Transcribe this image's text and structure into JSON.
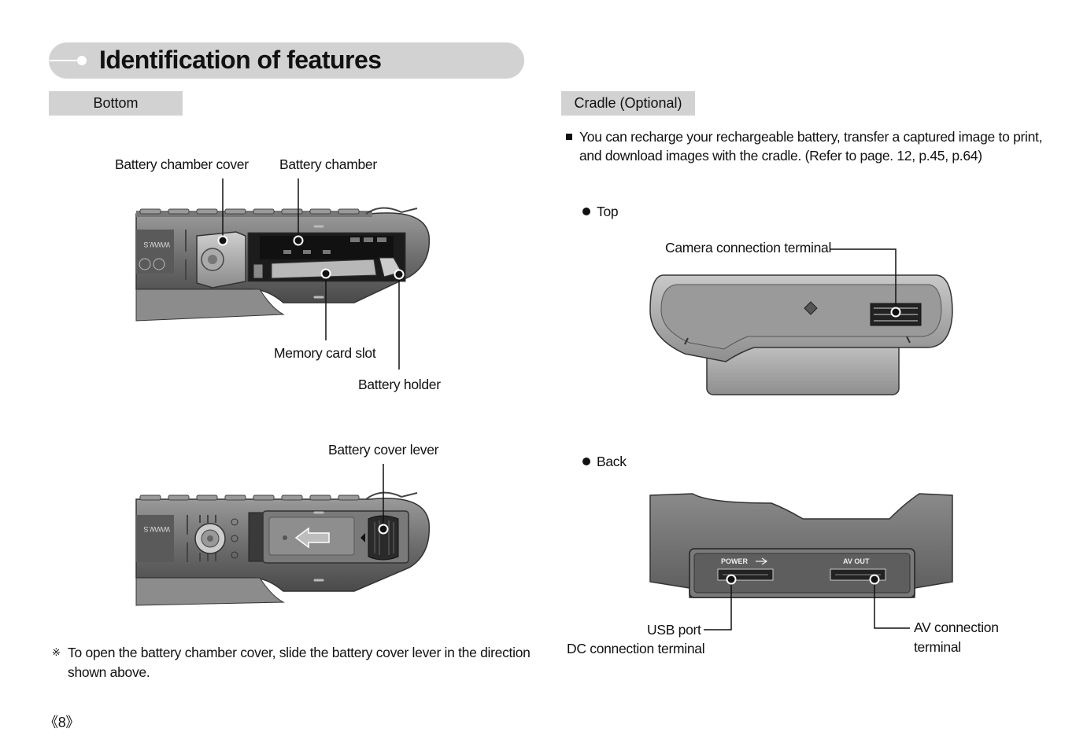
{
  "header": {
    "title": "Identification of features"
  },
  "left": {
    "section_label": "Bottom",
    "callouts_top": {
      "battery_chamber_cover": "Battery chamber cover",
      "battery_chamber": "Battery chamber",
      "memory_card_slot": "Memory card slot",
      "battery_holder": "Battery holder"
    },
    "callouts_bottom": {
      "battery_cover_lever": "Battery cover lever"
    },
    "note_symbol": "※",
    "note_line1": "To open the battery chamber cover, slide the battery cover lever in the direction",
    "note_line2": "shown above.",
    "camera_engraving": "WWW.S"
  },
  "right": {
    "section_label": "Cradle (Optional)",
    "intro_line1": "You can recharge your rechargeable battery, transfer a captured image to print,",
    "intro_line2": "and download images with the cradle. (Refer to page. 12, p.45, p.64)",
    "top_heading": "Top",
    "camera_connection_terminal": "Camera connection terminal",
    "back_heading": "Back",
    "usb_port": "USB port",
    "dc_connection_terminal": "DC connection terminal",
    "av_connection_line1": "AV connection",
    "av_connection_line2": "terminal",
    "power_port_label": "POWER",
    "av_out_label": "AV OUT"
  },
  "footer": {
    "page_number": "《8》"
  }
}
